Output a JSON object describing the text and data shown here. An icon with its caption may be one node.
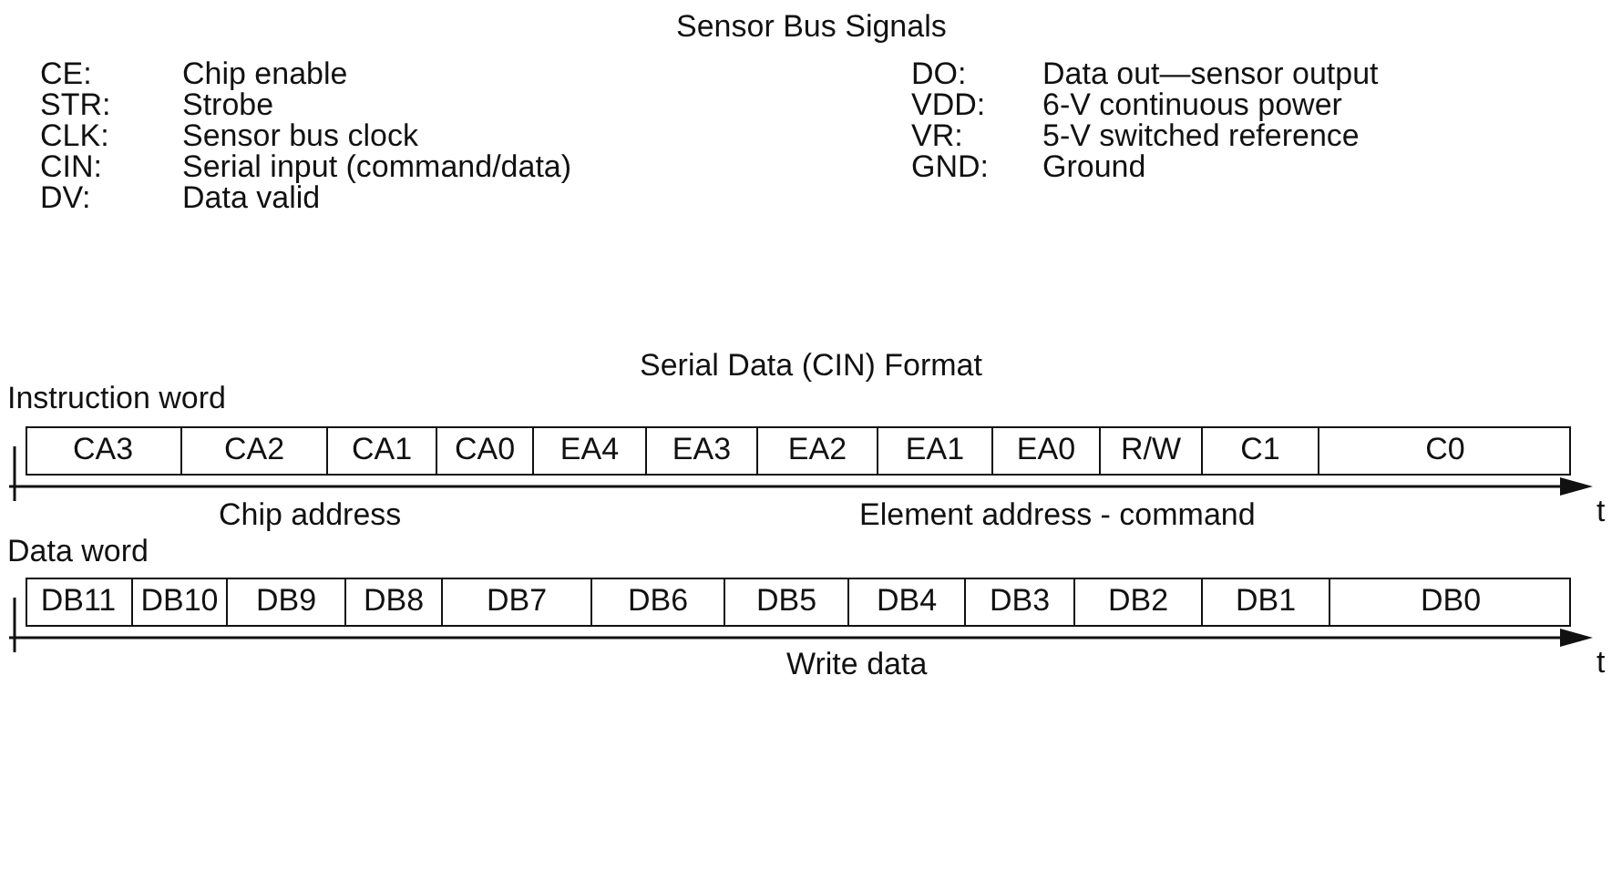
{
  "diagram": {
    "title": "Sensor Bus Signals",
    "labels": [
      "CE:",
      "Chip enable",
      "DO:",
      "Data out—sensor output",
      "STR:",
      "Strobe",
      "VDD:",
      "6-V continuous power",
      "CLK:",
      "Sensor bus clock",
      "VR:",
      "5-V switched reference",
      "CIN:",
      "Serial input (command/data)",
      "GND:",
      "Ground",
      "DV:",
      "Data valid",
      "Serial Data (CIN) Format",
      "Instruction word",
      "CA3",
      "CA2",
      "CA1",
      "CA0",
      "EA4",
      "EA3",
      "EA2",
      "EA1",
      "EA0",
      "R/W",
      "C1",
      "C0",
      "Chip address",
      "Element address - command",
      "t",
      "Data word",
      "DB11",
      "DB10",
      "DB9",
      "DB8",
      "DB7",
      "DB6",
      "DB5",
      "DB4",
      "DB3",
      "DB2",
      "DB1",
      "DB0",
      "Write data",
      "t"
    ]
  }
}
